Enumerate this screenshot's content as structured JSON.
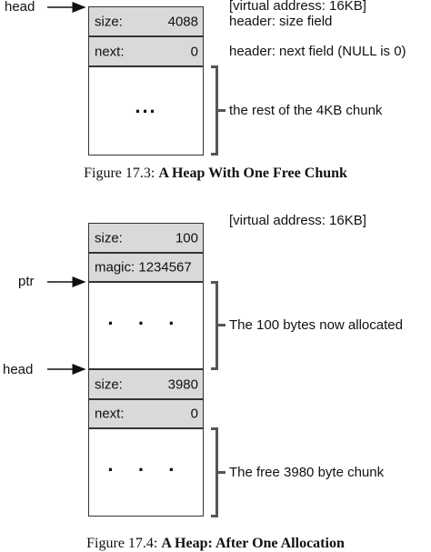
{
  "fig1": {
    "head_label": "head",
    "size_key": "size:",
    "size_val": "4088",
    "next_key": "next:",
    "next_val": "0",
    "dots": "...",
    "note_vaddr": "[virtual address: 16KB]",
    "note_size": "header: size field",
    "note_next": "header: next field (NULL is 0)",
    "note_rest": "the rest of the 4KB chunk",
    "caption_prefix": "Figure 17.3: ",
    "caption_bold": "A Heap With One Free Chunk"
  },
  "fig2": {
    "note_vaddr": "[virtual address: 16KB]",
    "size_key": "size:",
    "size_val": "100",
    "magic_text": "magic: 1234567",
    "ptr_label": "ptr",
    "dots1": "· · ·",
    "note_alloc": "The 100 bytes now allocated",
    "head_label": "head",
    "size2_key": "size:",
    "size2_val": "3980",
    "next_key": "next:",
    "next_val": "0",
    "dots2": "· · ·",
    "note_free": "The free 3980 byte chunk",
    "caption_prefix": "Figure 17.4: ",
    "caption_bold": "A Heap: After One Allocation"
  }
}
